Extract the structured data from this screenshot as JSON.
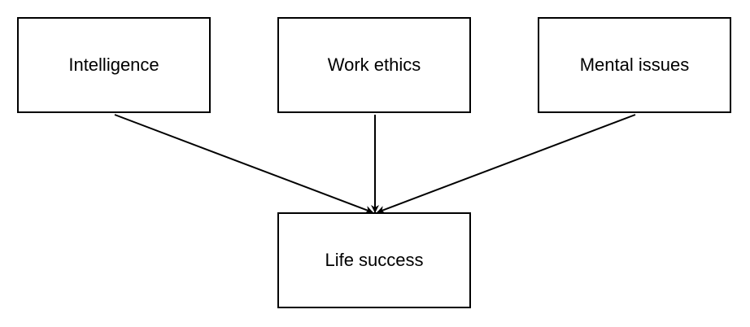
{
  "nodes": {
    "intelligence": "Intelligence",
    "work_ethics": "Work ethics",
    "mental_issues": "Mental issues",
    "life_success": "Life success"
  },
  "edges": [
    {
      "from": "Intelligence",
      "to": "Life success"
    },
    {
      "from": "Work ethics",
      "to": "Life success"
    },
    {
      "from": "Mental issues",
      "to": "Life success"
    }
  ]
}
